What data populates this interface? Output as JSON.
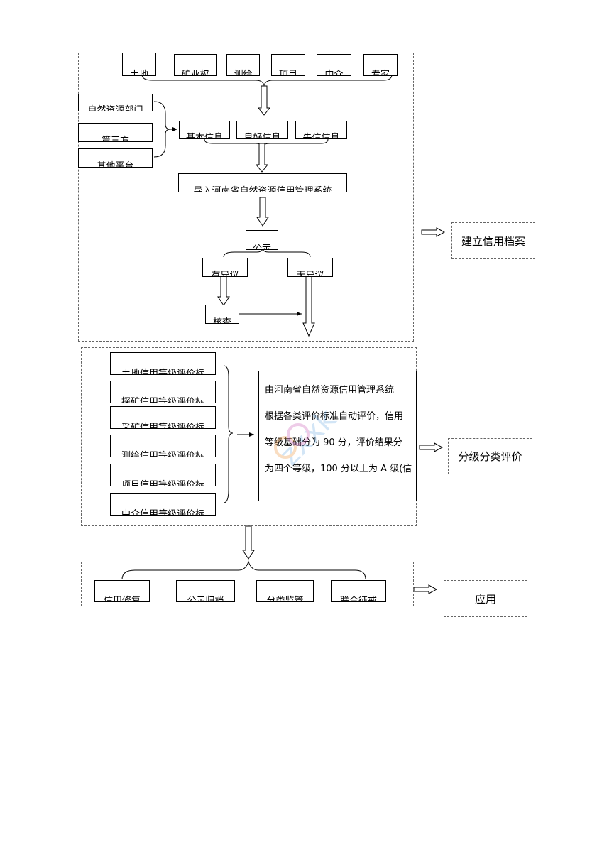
{
  "sections": {
    "archive": {
      "side_label": "建立信用档案",
      "subjects": [
        "土地",
        "矿业权",
        "测绘",
        "项目",
        "中介",
        "专家"
      ],
      "sources": [
        "自然资源部门",
        "第三方",
        "其他平台"
      ],
      "info_types": [
        "基本信息",
        "良好信息",
        "失信信息"
      ],
      "platform": "导入河南省自然资源信用管理系统",
      "publicity": "公示",
      "channels": [
        "有异议",
        "无异议"
      ],
      "verify": "核查"
    },
    "evaluation": {
      "side_label": "分级分类评价",
      "standards": [
        "土地信用等级评价标",
        "探矿信用等级评价标",
        "采矿信用等级评价标",
        "测绘信用等级评价标",
        "项目信用等级评价标",
        "中介信用等级评价标"
      ],
      "description_lines": [
        "由河南省自然资源信用管理系统",
        "根据各类评价标准自动评价，信用",
        "等级基础分为 90 分，评价结果分",
        "为四个等级，100 分以上为 A 级(信"
      ]
    },
    "application": {
      "side_label": "应用",
      "items": [
        "信用修复",
        "公示归档",
        "分类监管",
        "联合征戒"
      ]
    }
  },
  "watermark_text": "zxxk"
}
